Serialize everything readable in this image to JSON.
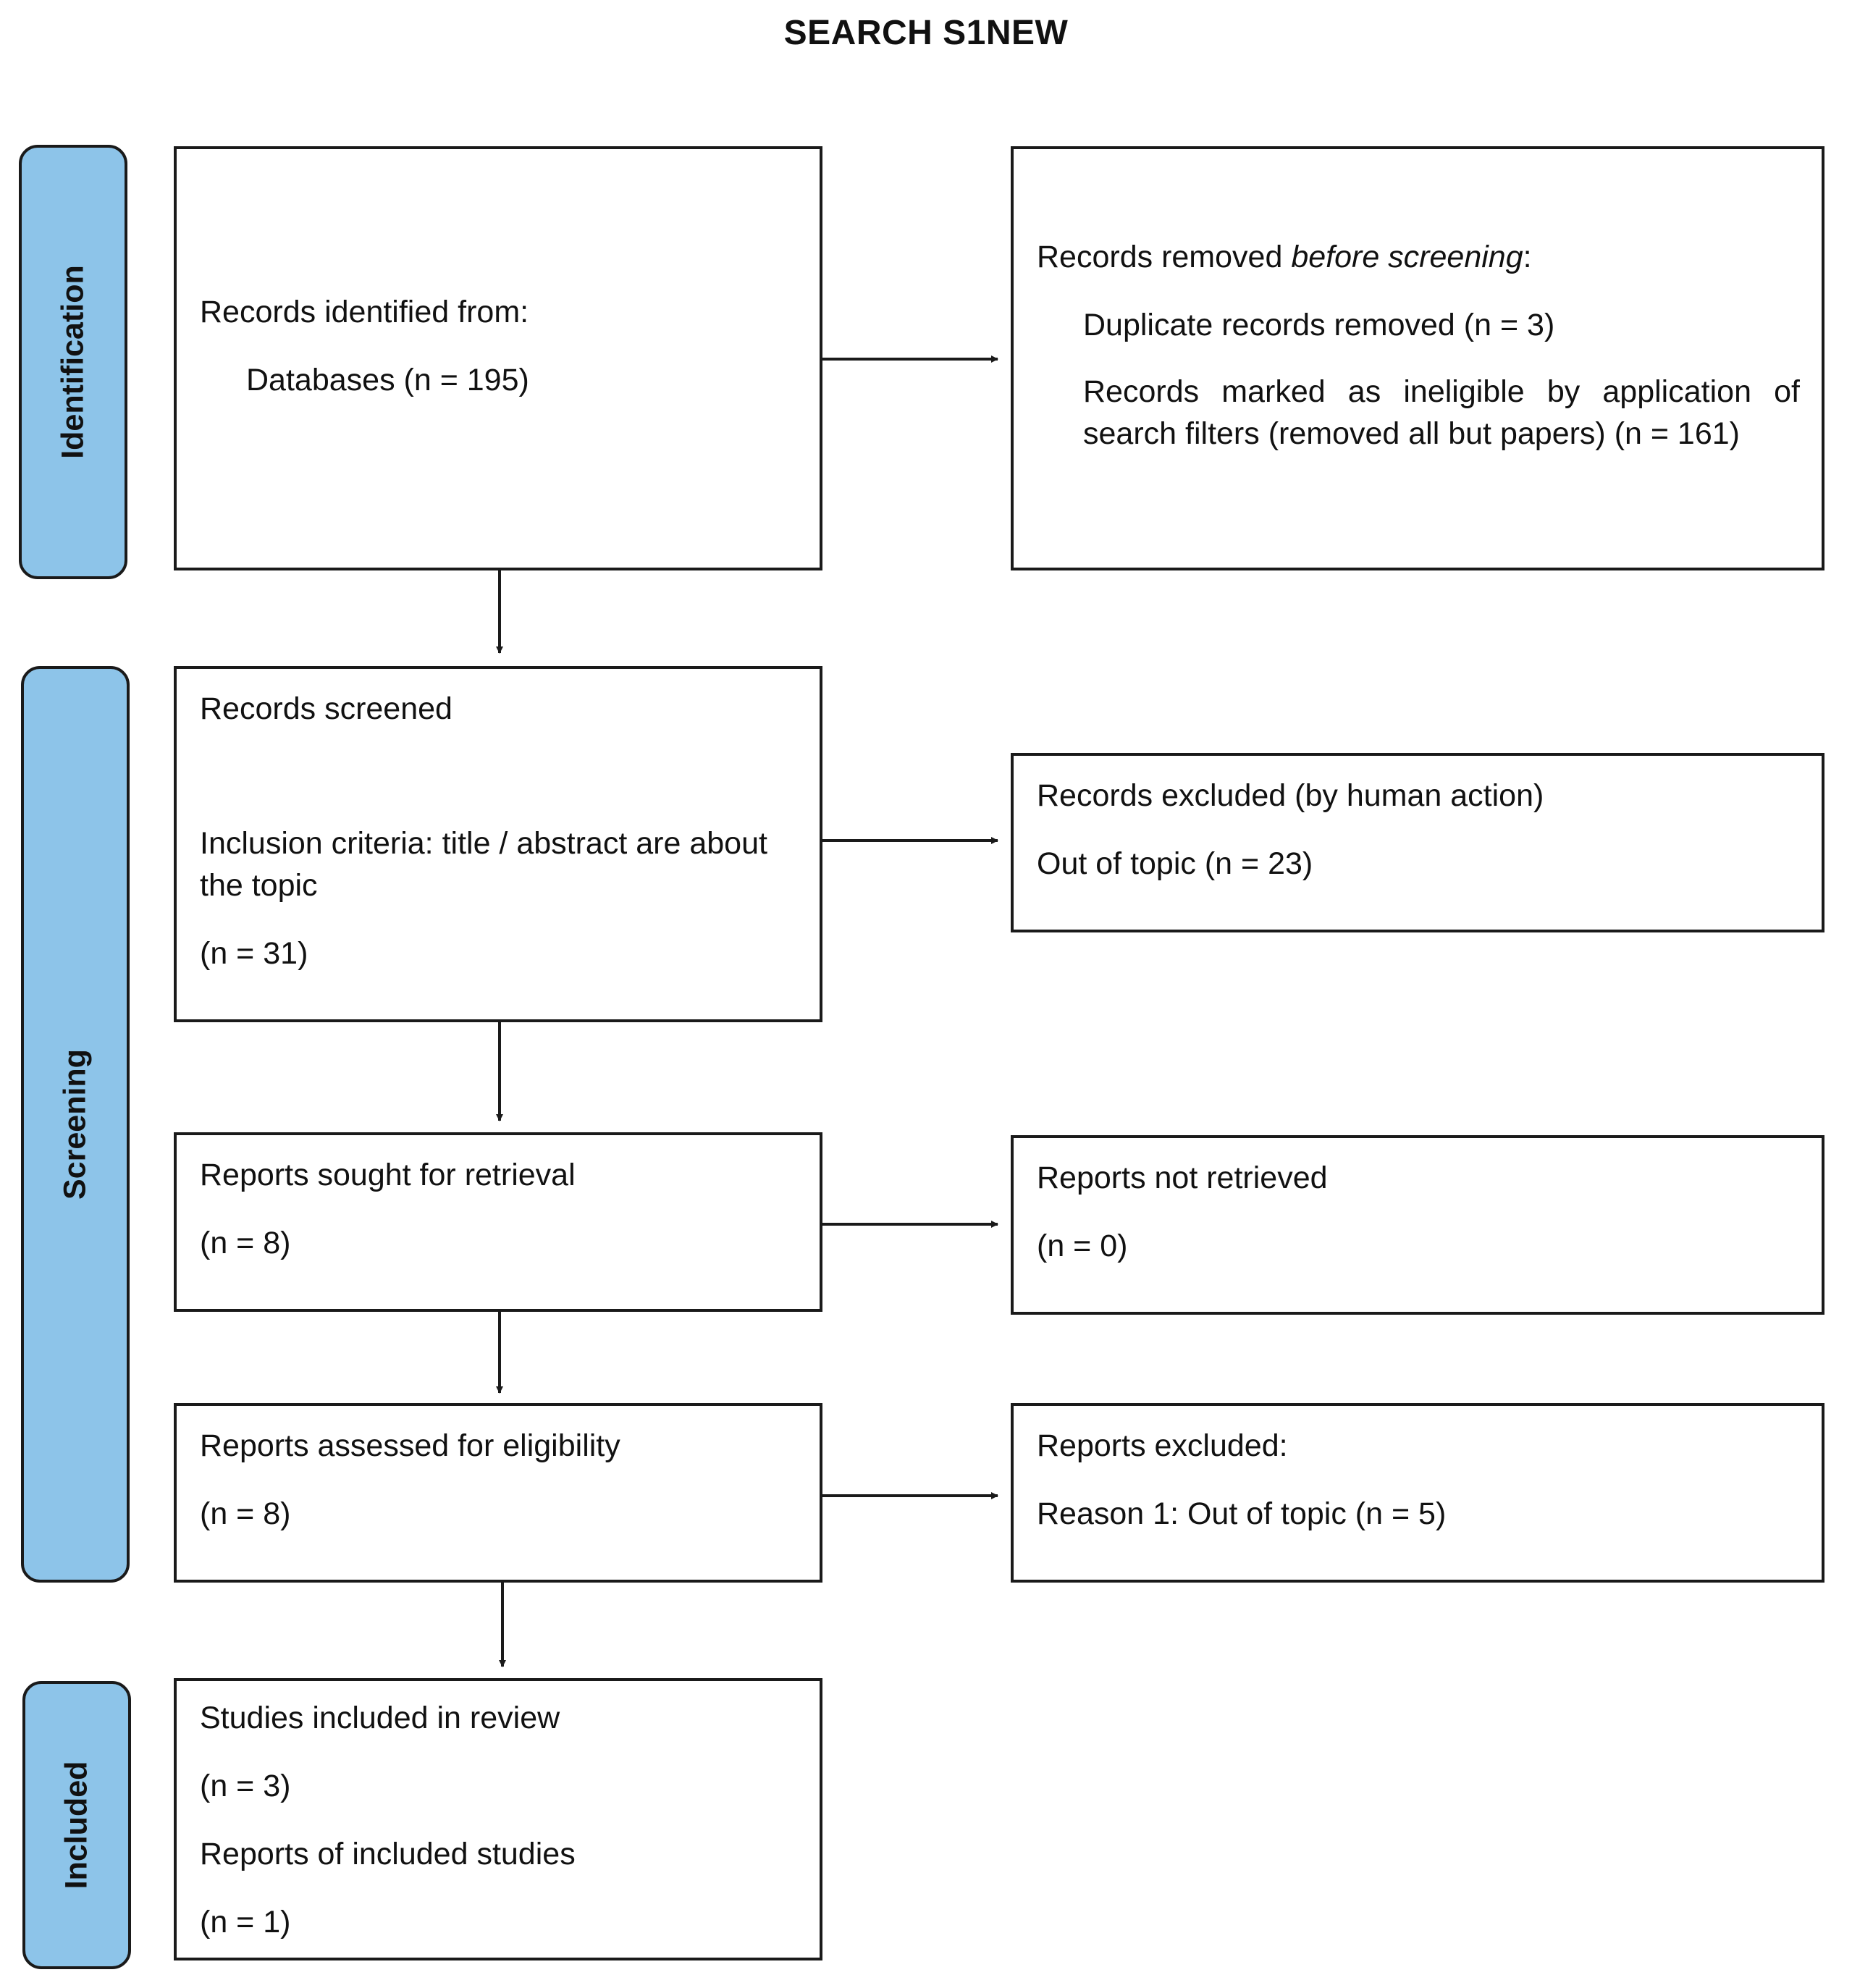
{
  "title": "SEARCH S1NEW",
  "stages": {
    "identification": "Identification",
    "screening": "Screening",
    "included": "Included"
  },
  "identified": {
    "heading": "Records identified from:",
    "databases": "Databases (n = 195)"
  },
  "removed_before": {
    "heading_prefix": "Records removed ",
    "heading_emph": "before screening",
    "heading_suffix": ":",
    "duplicates": "Duplicate records removed (n = 3)",
    "ineligible": "Records marked as ineligible by application of search filters (removed all but papers) (n = 161)"
  },
  "screened": {
    "heading": "Records screened",
    "criteria": "Inclusion criteria: title / abstract are about the topic",
    "count": "(n = 31)"
  },
  "excluded_human": {
    "heading": "Records excluded (by human action)",
    "reason": "Out of topic (n = 23)"
  },
  "sought": {
    "heading": "Reports sought for retrieval",
    "count": "(n = 8)"
  },
  "not_retrieved": {
    "heading": "Reports not retrieved",
    "count": "(n = 0)"
  },
  "assessed": {
    "heading": "Reports assessed for eligibility",
    "count": "(n = 8)"
  },
  "reports_excluded": {
    "heading": "Reports excluded:",
    "reason": "Reason 1: Out of topic (n = 5)"
  },
  "included": {
    "studies_heading": "Studies included in review",
    "studies_count": "(n = 3)",
    "reports_heading": "Reports of included studies",
    "reports_count": "(n = 1)"
  }
}
